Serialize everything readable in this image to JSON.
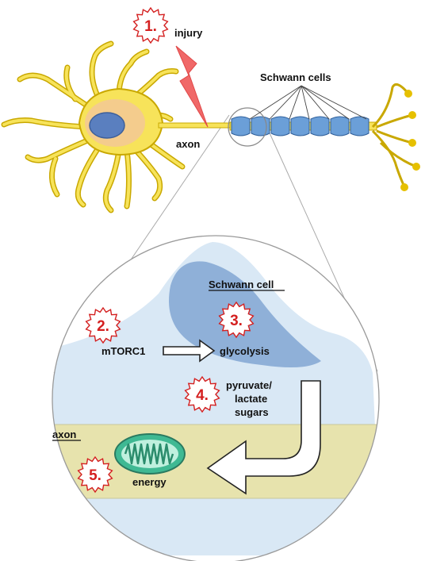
{
  "labels": {
    "injury": "injury",
    "schwann_cells": "Schwann cells",
    "axon_top": "axon",
    "schwann_cell": "Schwann cell",
    "mtorc1": "mTORC1",
    "glycolysis": "glycolysis",
    "pyruvate_line1": "pyruvate/",
    "pyruvate_line2": "lactate",
    "pyruvate_line3": "sugars",
    "axon_inset": "axon",
    "energy": "energy"
  },
  "steps": [
    "1.",
    "2.",
    "3.",
    "4.",
    "5."
  ],
  "colors": {
    "neuron_yellow": "#f7e35a",
    "neuron_outline": "#c9a800",
    "schwann_blue": "#6b9fd8",
    "inset_light_blue": "#d9e8f5",
    "inset_dark_blue": "#8fb0d8",
    "axon_band": "#e3e2b9",
    "step_red": "#d42020",
    "lightning": "#f06868",
    "mitochondrion": "#3fb993"
  },
  "icons": [
    "lightning-icon",
    "nucleus-icon",
    "mitochondrion-icon",
    "arrow-right-icon",
    "curved-arrow-icon",
    "starburst-icon"
  ]
}
